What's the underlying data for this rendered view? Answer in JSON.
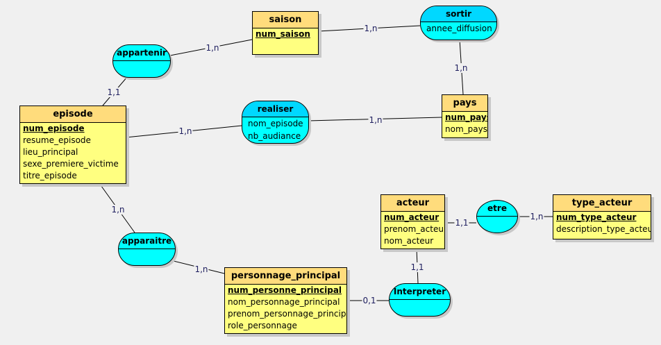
{
  "entities": {
    "saison": {
      "name": "saison",
      "attrs": [
        "num_saison"
      ]
    },
    "episode": {
      "name": "episode",
      "attrs": [
        "num_episode",
        "resume_episode",
        "lieu_principal",
        "sexe_premiere_victime",
        "titre_episode"
      ]
    },
    "pays": {
      "name": "pays",
      "attrs": [
        "num_pays",
        "nom_pays"
      ]
    },
    "acteur": {
      "name": "acteur",
      "attrs": [
        "num_acteur",
        "prenom_acteur",
        "nom_acteur"
      ]
    },
    "type_acteur": {
      "name": "type_acteur",
      "attrs": [
        "num_type_acteur",
        "description_type_acteur"
      ]
    },
    "personnage_principal": {
      "name": "personnage_principal",
      "attrs": [
        "num_personne_principal",
        "nom_personnage_principal",
        "prenom_personnage_principal",
        "role_personnage"
      ]
    }
  },
  "associations": {
    "appartenir": {
      "name": "appartenir",
      "attrs": []
    },
    "sortir": {
      "name": "sortir",
      "attrs": [
        "annee_diffusion"
      ]
    },
    "realiser": {
      "name": "realiser",
      "attrs": [
        "nom_episode",
        "nb_audiance"
      ]
    },
    "apparaitre": {
      "name": "apparaitre",
      "attrs": []
    },
    "etre": {
      "name": "etre",
      "attrs": []
    },
    "interpreter": {
      "name": "Interpreter",
      "attrs": []
    }
  },
  "cardinalities": {
    "appartenir_saison": "1,n",
    "saison_sortir": "1,n",
    "sortir_pays": "1,n",
    "appartenir_episode": "1,1",
    "episode_realiser": "1,n",
    "realiser_pays": "1,n",
    "episode_apparaitre": "1,n",
    "apparaitre_personnage": "1,n",
    "personnage_interpreter": "0,1",
    "acteur_interpreter": "1,1",
    "acteur_etre": "1,1",
    "etre_type": "1,n"
  }
}
